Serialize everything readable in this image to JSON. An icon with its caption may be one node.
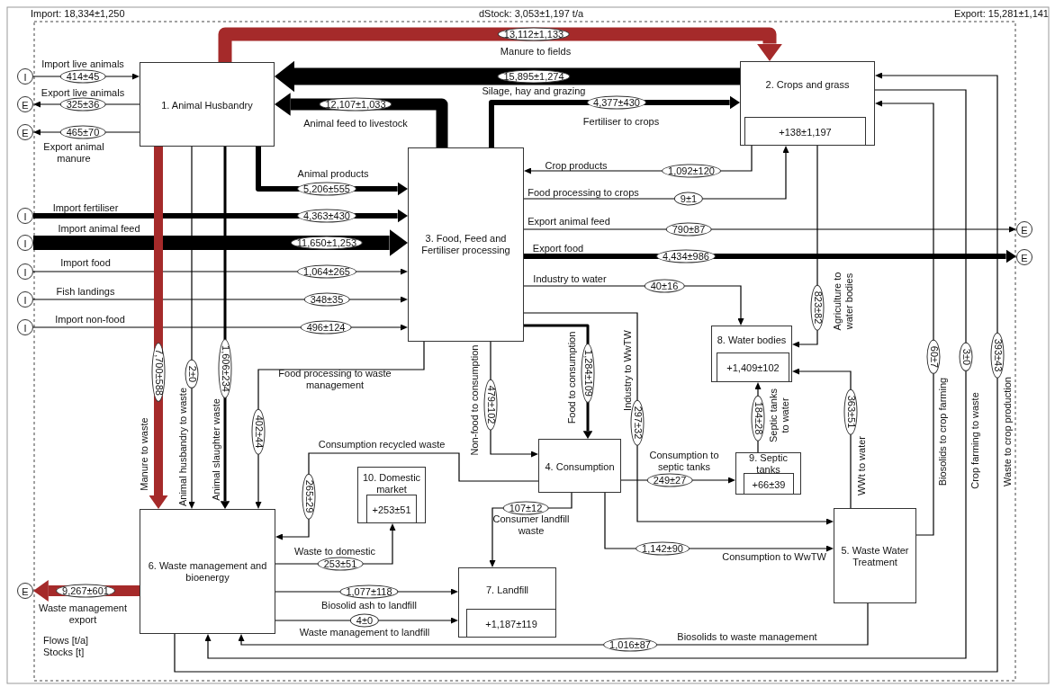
{
  "diagram": {
    "nodes": [
      {
        "text": [
          "1. Animal Husbandry"
        ]
      },
      {
        "text": [
          "2. Crops and grass"
        ]
      },
      {
        "text": [
          "+138±1,197"
        ],
        "in": 1
      },
      {
        "text": [
          "3. Food, Feed and Fertiliser processing"
        ]
      },
      {
        "text": [
          "4. Consumption"
        ]
      },
      {
        "text": [
          "5. Waste Water Treatment"
        ]
      },
      {
        "text": [
          "6. Waste management and bioenergy"
        ]
      },
      {
        "text": [
          "7. Landfill"
        ]
      },
      {
        "text": [
          "+1,187±119"
        ],
        "in": 7
      },
      {
        "text": [
          "8. Water bodies"
        ]
      },
      {
        "text": [
          "+1,409±102"
        ],
        "in": 9
      },
      {
        "text": [
          "9. Septic tanks"
        ]
      },
      {
        "text": [
          "+66±39"
        ],
        "in": 11
      },
      {
        "text": [
          "10. Domestic market"
        ]
      },
      {
        "text": [
          "+253±51"
        ],
        "in": 13
      },
      {
        "text": [
          "I"
        ]
      },
      {
        "text": [
          "E"
        ]
      },
      {
        "text": [
          "E"
        ]
      },
      {
        "text": [
          "I"
        ]
      },
      {
        "text": [
          "I"
        ]
      },
      {
        "text": [
          "I"
        ]
      },
      {
        "text": [
          "I"
        ]
      },
      {
        "text": [
          "I"
        ]
      },
      {
        "text": [
          "E"
        ]
      },
      {
        "text": [
          "E"
        ]
      },
      {
        "text": [
          "E"
        ]
      }
    ],
    "edges": [
      {
        "from": 0,
        "to": 1,
        "arrow": "to",
        "label": "13,112±1,133",
        "style": "thick",
        "color": "#a52a2a"
      },
      {
        "from": 1,
        "to": 0,
        "arrow": "to",
        "label": "15,895±1,274",
        "style": "thick"
      },
      {
        "from": 3,
        "to": 0,
        "arrow": "to",
        "label": "12,107±1,033",
        "style": "thick"
      },
      {
        "from": 3,
        "to": 1,
        "arrow": "to",
        "label": "4,377±430",
        "style": "thick"
      },
      {
        "from": 0,
        "to": 3,
        "arrow": "to",
        "label": "5,206±555",
        "style": "thick"
      },
      {
        "from": 1,
        "to": 3,
        "arrow": "to",
        "label": "1,092±120"
      },
      {
        "from": 3,
        "to": 1,
        "arrow": "to",
        "label": "9±1"
      },
      {
        "from": 3,
        "to": 23,
        "arrow": "to",
        "label": "790±87"
      },
      {
        "from": 3,
        "to": 24,
        "arrow": "to",
        "label": "4,434±986",
        "style": "thick"
      },
      {
        "from": 3,
        "to": 9,
        "arrow": "to",
        "label": "40±16"
      },
      {
        "from": 1,
        "to": 9,
        "arrow": "to",
        "label": "823±82"
      },
      {
        "from": 15,
        "to": 0,
        "arrow": "to",
        "label": "414±45"
      },
      {
        "from": 0,
        "to": 16,
        "arrow": "to",
        "label": "325±36"
      },
      {
        "from": 0,
        "to": 17,
        "arrow": "to",
        "label": "465±70"
      },
      {
        "from": 18,
        "to": 3,
        "arrow": "to",
        "label": "4,363±430",
        "style": "thick"
      },
      {
        "from": 19,
        "to": 3,
        "arrow": "to",
        "label": "11,650±1,253",
        "style": "thick"
      },
      {
        "from": 20,
        "to": 3,
        "arrow": "to",
        "label": "1,064±265"
      },
      {
        "from": 21,
        "to": 3,
        "arrow": "to",
        "label": "348±35"
      },
      {
        "from": 22,
        "to": 3,
        "arrow": "to",
        "label": "496±124"
      },
      {
        "from": 0,
        "to": 6,
        "arrow": "to",
        "label": "7,700±588",
        "style": "thick",
        "color": "#a52a2a"
      },
      {
        "from": 0,
        "to": 6,
        "arrow": "to",
        "label": "2±0"
      },
      {
        "from": 0,
        "to": 6,
        "arrow": "to",
        "label": "1,606±234",
        "style": "thick"
      },
      {
        "from": 3,
        "to": 6,
        "arrow": "to",
        "label": "402±44"
      },
      {
        "from": 3,
        "to": 4,
        "arrow": "to",
        "label": "479±102"
      },
      {
        "from": 3,
        "to": 4,
        "arrow": "to",
        "label": "1,284±109",
        "style": "thick"
      },
      {
        "from": 3,
        "to": 5,
        "arrow": "to",
        "label": "297±32"
      },
      {
        "from": 4,
        "to": 6,
        "arrow": "to",
        "label": "265±29"
      },
      {
        "from": 4,
        "to": 11,
        "arrow": "to",
        "label": "249±27"
      },
      {
        "from": 4,
        "to": 7,
        "arrow": "to",
        "label": "107±12"
      },
      {
        "from": 4,
        "to": 5,
        "arrow": "to",
        "label": "1,142±90"
      },
      {
        "from": 11,
        "to": 9,
        "arrow": "to",
        "label": "184±28"
      },
      {
        "from": 5,
        "to": 9,
        "arrow": "to",
        "label": "363±51"
      },
      {
        "from": 5,
        "to": 1,
        "arrow": "to",
        "label": "60±7"
      },
      {
        "from": 1,
        "to": 6,
        "arrow": "to",
        "label": "3±0"
      },
      {
        "from": 6,
        "to": 1,
        "arrow": "to",
        "label": "393±43"
      },
      {
        "from": 5,
        "to": 6,
        "arrow": "to",
        "label": "1,016±87"
      },
      {
        "from": 6,
        "to": 13,
        "arrow": "to",
        "label": "253±51"
      },
      {
        "from": 6,
        "to": 7,
        "arrow": "to",
        "label": "1,077±118"
      },
      {
        "from": 6,
        "to": 7,
        "arrow": "to",
        "label": "4±0"
      },
      {
        "from": 6,
        "to": 25,
        "arrow": "to",
        "label": "9,267±601",
        "style": "thick",
        "color": "#a52a2a"
      }
    ],
    "labels": [
      "Import: 18,334±1,250",
      "dStock: 3,053±1,197 t/a",
      "Export: 15,281±1,141",
      "Manure to fields",
      "Import live animals",
      "Export live animals",
      "Silage, hay and grazing",
      "Animal feed to livestock",
      "Fertiliser to crops",
      "Export animal manure",
      "Crop products",
      "Animal products",
      "Food processing to crops",
      "Import fertiliser",
      "Export animal feed",
      "Import animal feed",
      "Export food",
      "Import food",
      "Industry to water",
      "Fish landings",
      "Import non-food",
      "Agriculture to water bodies",
      "Food processing to waste management",
      "Manure to waste",
      "Animal husbandry to waste",
      "Animal slaughter waste",
      "Non-food to consumption",
      "Food to consumption",
      "Industry to WwTW",
      "Septic tanks to water",
      "WWt to water",
      "Biosolids to crop farming",
      "Crop farming to waste",
      "Waste to crop production",
      "Consumption recycled waste",
      "Consumption to septic tanks",
      "Consumer landfill waste",
      "Waste to domestic",
      "Consumption to WwTW",
      "Waste management export",
      "Biosolid ash to landfill",
      "Waste management to landfill",
      "Flows [t/a]",
      "Stocks [t]",
      "Biosolids to waste management"
    ]
  }
}
